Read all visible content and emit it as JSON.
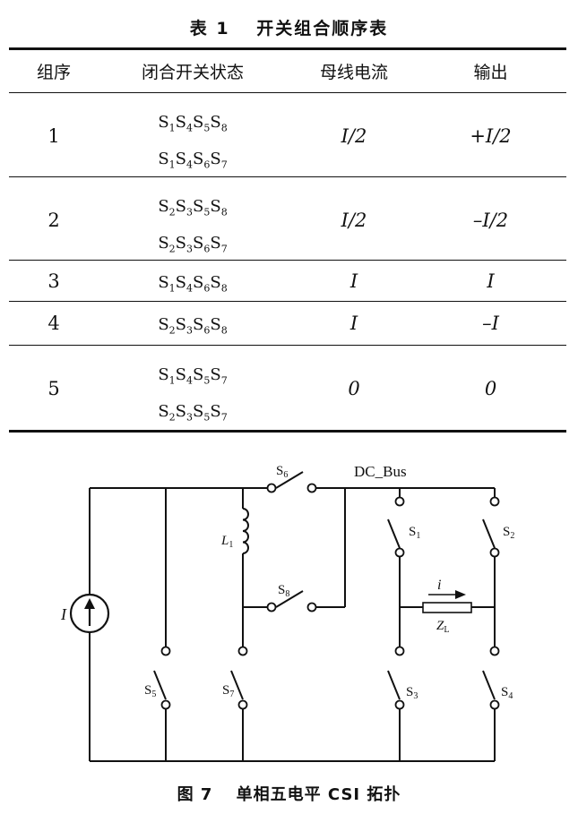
{
  "table": {
    "caption": "表 1　 开关组合顺序表",
    "headers": [
      "组序",
      "闭合开关状态",
      "母线电流",
      "输出"
    ],
    "rows": [
      {
        "group": "1",
        "switches": [
          [
            "S",
            "1",
            "S",
            "4",
            "S",
            "5",
            "S",
            "8"
          ],
          [
            "S",
            "1",
            "S",
            "4",
            "S",
            "6",
            "S",
            "7"
          ]
        ],
        "bus_current": "I/2",
        "output": "+I/2"
      },
      {
        "group": "2",
        "switches": [
          [
            "S",
            "2",
            "S",
            "3",
            "S",
            "5",
            "S",
            "8"
          ],
          [
            "S",
            "2",
            "S",
            "3",
            "S",
            "6",
            "S",
            "7"
          ]
        ],
        "bus_current": "I/2",
        "output": "–I/2"
      },
      {
        "group": "3",
        "switches": [
          [
            "S",
            "1",
            "S",
            "4",
            "S",
            "6",
            "S",
            "8"
          ]
        ],
        "bus_current": "I",
        "output": "I"
      },
      {
        "group": "4",
        "switches": [
          [
            "S",
            "2",
            "S",
            "3",
            "S",
            "6",
            "S",
            "8"
          ]
        ],
        "bus_current": "I",
        "output": "–I"
      },
      {
        "group": "5",
        "switches": [
          [
            "S",
            "1",
            "S",
            "4",
            "S",
            "5",
            "S",
            "7"
          ],
          [
            "S",
            "2",
            "S",
            "3",
            "S",
            "5",
            "S",
            "7"
          ]
        ],
        "bus_current": "0",
        "output": "0"
      }
    ]
  },
  "figure": {
    "caption": "图 7　 单相五电平 CSI 拓扑",
    "labels": {
      "dc_bus": "DC_Bus",
      "source": "I",
      "inductor": "L",
      "inductor_sub": "1",
      "current": "i",
      "load": "Z",
      "load_sub": "L",
      "s1": "S",
      "s1_sub": "1",
      "s2": "S",
      "s2_sub": "2",
      "s3": "S",
      "s3_sub": "3",
      "s4": "S",
      "s4_sub": "4",
      "s5": "S",
      "s5_sub": "5",
      "s6": "S",
      "s6_sub": "6",
      "s7": "S",
      "s7_sub": "7",
      "s8": "S",
      "s8_sub": "8"
    }
  }
}
